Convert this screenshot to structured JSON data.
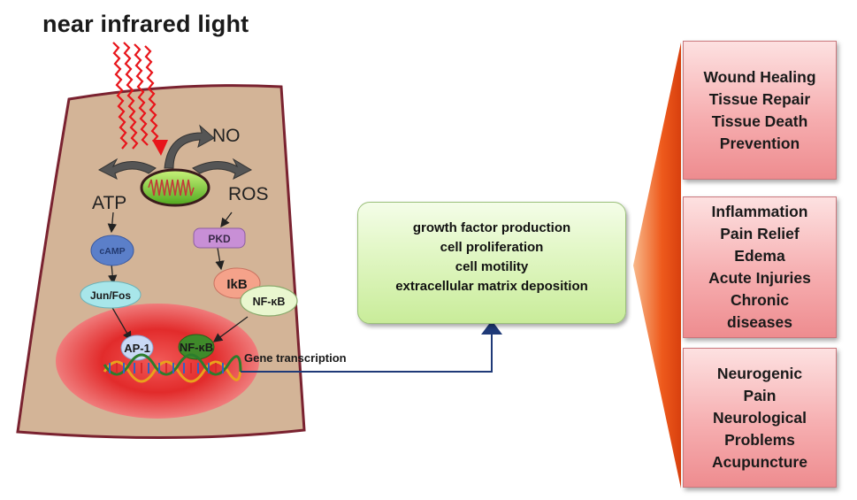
{
  "title": "near infrared light",
  "cell": {
    "labels": {
      "no": "NO",
      "atp": "ATP",
      "ros": "ROS",
      "camp": "cAMP",
      "pkd": "PKD",
      "jun_fos": "Jun/Fos",
      "ikb": "IkB",
      "nfkb": "NF-κB",
      "ap1": "AP-1",
      "nfkb_nucleus": "NF-κB",
      "gene_transcription": "Gene transcription"
    }
  },
  "effects_box": {
    "lines": [
      "growth factor production",
      "cell proliferation",
      "cell motility",
      "extracellular matrix deposition"
    ]
  },
  "outcome_boxes": [
    {
      "lines": [
        "Wound Healing",
        "Tissue Repair",
        "Tissue Death",
        "Prevention"
      ]
    },
    {
      "lines": [
        "Inflammation",
        "Pain Relief",
        "Edema",
        "Acute Injuries",
        "Chronic",
        "diseases"
      ]
    },
    {
      "lines": [
        "Neurogenic",
        "Pain",
        "Neurological",
        "Problems",
        "Acupuncture"
      ]
    }
  ],
  "colors": {
    "cell_fill": "#d2b295",
    "cell_border": "#7a2230",
    "laser_red": "#e8151b",
    "nucleus_red": "#e02a2a",
    "green_box": "#d5f2ad",
    "red_box": "#f6aeb0",
    "orange_wedge": "#ee5a1c",
    "connector_blue": "#1f3a78"
  }
}
